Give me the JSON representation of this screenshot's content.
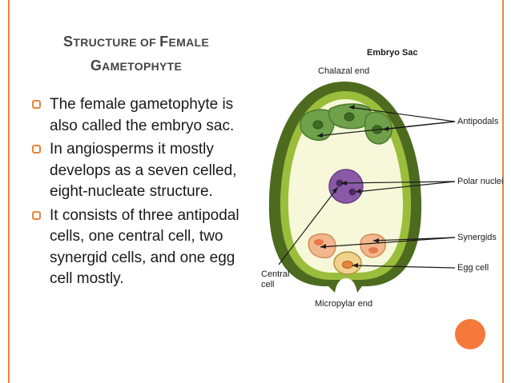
{
  "slide": {
    "title": {
      "line1_cap1": "S",
      "line1_rest1": "TRUCTURE OF ",
      "line1_cap2": "F",
      "line1_rest2": "EMALE",
      "line2_cap": "G",
      "line2_rest": "AMETOPHYTE"
    },
    "bullets": [
      "The female gametophyte is also called the embryo sac.",
      "In angiosperms it mostly develops as a seven celled, eight-nucleate structure.",
      "It consists of three antipodal cells, one central cell, two synergid cells, and one egg cell mostly."
    ]
  },
  "diagram": {
    "title": "Embryo Sac",
    "labels": {
      "chalazal_end": "Chalazal end",
      "micropylar_end": "Micropylar end",
      "antipodals": "Antipodals",
      "polar_nuclei": "Polar nuclei",
      "synergids": "Synergids",
      "egg_cell": "Egg cell",
      "central_cell_line1": "Central",
      "central_cell_line2": "cell"
    },
    "colors": {
      "integument": "#4d6b1f",
      "sac_wall": "#9bbd3c",
      "sac_fill": "#f6f8d9",
      "antipodal": "#6fa04a",
      "polar_cell": "#8a5aa6",
      "synergid": "#f2b78e",
      "egg": "#f0d28c",
      "accent": "#e8833a"
    }
  }
}
